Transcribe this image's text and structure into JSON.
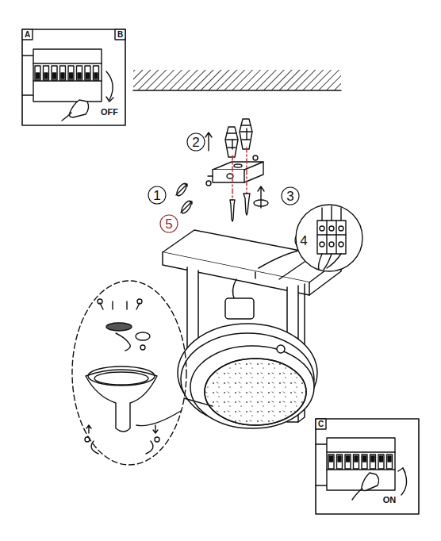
{
  "diagram": {
    "labels": [
      "A",
      "B",
      "OFF",
      "2",
      "1",
      "3",
      "5",
      "4",
      "C",
      "ON"
    ]
  }
}
